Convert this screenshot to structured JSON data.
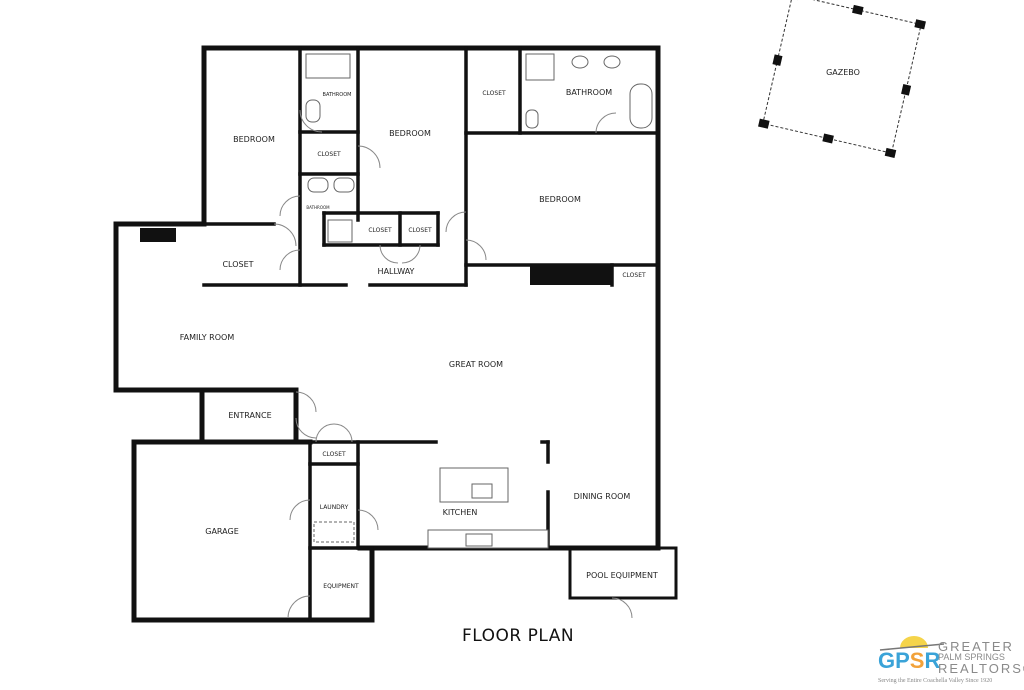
{
  "title": "FLOOR PLAN",
  "rooms": {
    "bedroom_1": "BEDROOM",
    "bathroom_1": "BATHROOM",
    "bedroom_2": "BEDROOM",
    "closet_bath": "CLOSET",
    "bathroom_master": "BATHROOM",
    "closet_1": "CLOSET",
    "bathroom_2": "BATHROOM",
    "closet_hall_1": "CLOSET",
    "closet_hall_2": "CLOSET",
    "bedroom_3": "BEDROOM",
    "closet_family": "CLOSET",
    "hallway": "HALLWAY",
    "closet_bedroom3": "CLOSET",
    "family_room": "FAMILY ROOM",
    "great_room": "GREAT ROOM",
    "entrance": "ENTRANCE",
    "closet_entry": "CLOSET",
    "laundry": "LAUNDRY",
    "kitchen": "KITCHEN",
    "dining_room": "DINING ROOM",
    "garage": "GARAGE",
    "equipment": "EQUIPMENT",
    "pool_equipment": "POOL EQUIPMENT",
    "gazebo": "GAZEBO"
  },
  "logo": {
    "mark": "GPSR",
    "line1": "GREATER",
    "line2": "PALM SPRINGS",
    "line3": "REALTORS®",
    "tagline": "Serving the Entire Coachella Valley Since 1920",
    "colors": {
      "blue": "#3aa3d8",
      "orange": "#f2a23a",
      "sun": "#f5d44a",
      "gray": "#8a8a8a"
    }
  }
}
